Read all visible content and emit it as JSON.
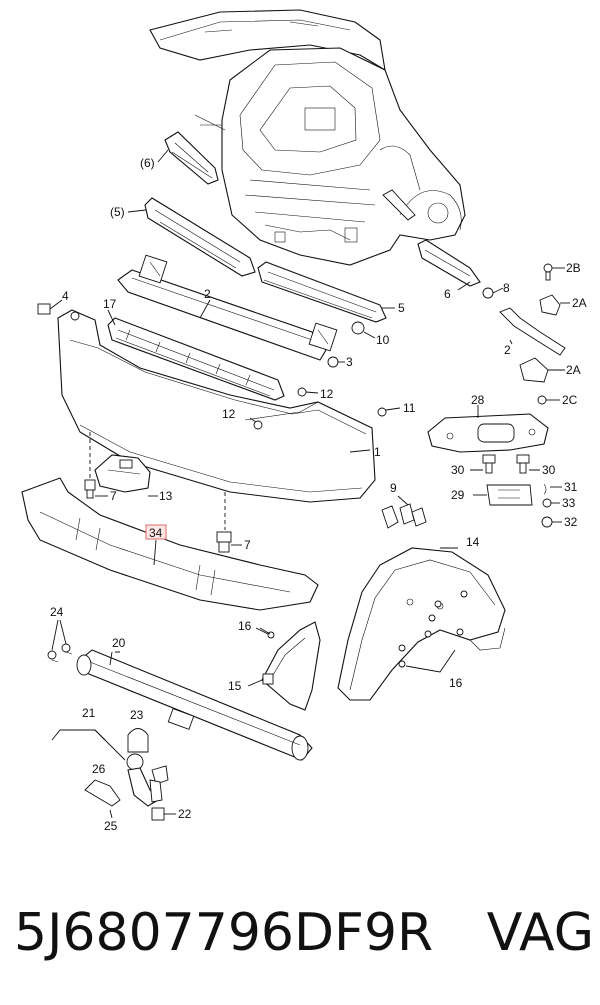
{
  "labels": {
    "l_6p": "(6)",
    "l_5p": "(5)",
    "l_2top": "2",
    "l_17": "17",
    "l_4": "4",
    "l_5": "5",
    "l_6": "6",
    "l_8": "8",
    "l_10": "10",
    "l_3": "3",
    "l_12a": "12",
    "l_12b": "12",
    "l_11": "11",
    "l_1": "1",
    "l_13": "13",
    "l_7a": "7",
    "l_7b": "7",
    "l_9": "9",
    "l_34": "34",
    "l_2B": "2B",
    "l_2Aa": "2A",
    "l_2b": "2",
    "l_2Ab": "2A",
    "l_2C": "2C",
    "l_28": "28",
    "l_30a": "30",
    "l_30b": "30",
    "l_31": "31",
    "l_29": "29",
    "l_33": "33",
    "l_32": "32",
    "l_14": "14",
    "l_16a": "16",
    "l_16b": "16",
    "l_15": "15",
    "l_24": "24",
    "l_20": "20",
    "l_21": "21",
    "l_23": "23",
    "l_26": "26",
    "l_25": "25",
    "l_22": "22"
  },
  "footer": {
    "part_number": "5J6807796DF9R",
    "brand": "VAG"
  }
}
